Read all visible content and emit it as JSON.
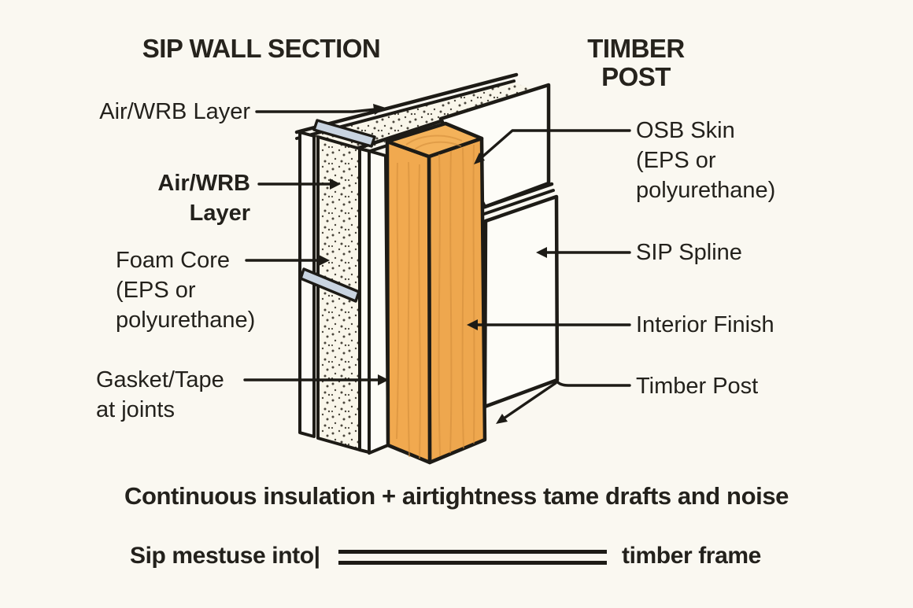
{
  "titles": {
    "left": "SIP WALL SECTION",
    "right": "TIMBER POST"
  },
  "labels": {
    "air_wrb_top": "Air/WRB Layer",
    "air_wrb_bold": [
      "Air/WRB",
      "Layer"
    ],
    "foam_core": [
      "Foam Core",
      "(EPS or",
      "polyurethane)"
    ],
    "gasket": [
      "Gasket/Tape",
      "at joints"
    ],
    "osb_skin": [
      "OSB Skin",
      "(EPS or",
      "polyurethane)"
    ],
    "sip_spline": "SIP Spline",
    "interior_finish": "Interior Finish",
    "timber_post": "Timber Post"
  },
  "caption": "Continuous insulation + airtightness tame drafts and noise",
  "footer": {
    "left_text": "Sip mestuse into|",
    "right_text": "timber frame"
  },
  "colors": {
    "background": "#faf8f1",
    "line": "#1d1b16",
    "timber_front": "#f1a94f",
    "timber_side": "#eea74e",
    "timber_top": "#f4b25a",
    "gasket_blue": "#c9d4e0",
    "foam": "#f9f6ea",
    "panel_white": "#fdfcf7",
    "text": "#23211c"
  }
}
